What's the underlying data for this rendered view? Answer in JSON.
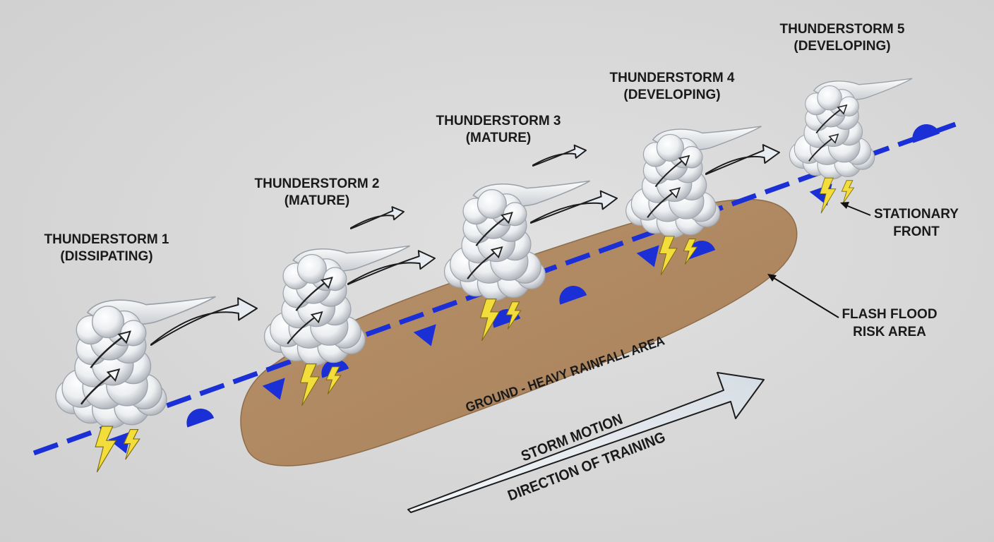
{
  "storms": [
    {
      "name": "THUNDERSTORM 1",
      "stage": "(DISSIPATING)"
    },
    {
      "name": "THUNDERSTORM 2",
      "stage": "(MATURE)"
    },
    {
      "name": "THUNDERSTORM 3",
      "stage": "(MATURE)"
    },
    {
      "name": "THUNDERSTORM 4",
      "stage": "(DEVELOPING)"
    },
    {
      "name": "THUNDERSTORM 5",
      "stage": "(DEVELOPING)"
    }
  ],
  "front": {
    "line1": "STATIONARY",
    "line2": "FRONT",
    "color": "#1a2fd6"
  },
  "flood": {
    "line1": "FLASH FLOOD",
    "line2": "RISK AREA",
    "color": "#b08a5e"
  },
  "ground_label": "GROUND - HEAVY RAINFALL AREA",
  "motion": {
    "line1": "STORM MOTION",
    "line2": "DIRECTION OF TRAINING"
  },
  "colors": {
    "background": "#d9d9d9",
    "cloud": "#f2f4f6",
    "cloud_shade": "#a7adb4",
    "lightning": "#f2dd3a",
    "arrow_fill": "#e6ecf1"
  }
}
